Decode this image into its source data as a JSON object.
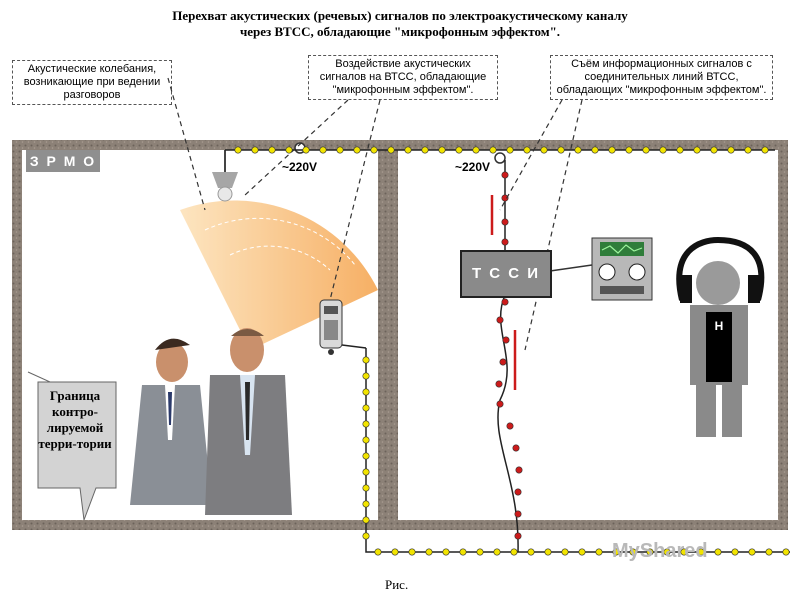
{
  "title": {
    "line1": "Перехват акустических (речевых) сигналов по электроакустическому каналу",
    "line2": "через ВТСС, обладающие \"микрофонным эффектом\"."
  },
  "callouts": {
    "acoustic": "Акустические колебания, возникающие при ведении разговоров",
    "impact": "Воздействие акустических сигналов на ВТСС, обладающие \"микрофонным эффектом\".",
    "pickup": "Съём информационных сигналов с соединительных линий ВТСС, обладающих \"микрофонным эффектом\"."
  },
  "labels": {
    "zone": "З Р М О",
    "device": "Т С С И",
    "voltage_left": "~220V",
    "voltage_right": "~220V",
    "border": "Граница контро-лируемой терри-тории",
    "caption": "Рис.",
    "watermark": "MyShared"
  },
  "icons": {
    "phone": "telephone-icon",
    "lamp": "lamp-icon",
    "recorder": "tape-recorder-icon",
    "listener": "headphones-person-icon",
    "sockets": "socket-icon"
  },
  "colors": {
    "wall": "#8c8177",
    "wire_dot_yellow": "#f2e400",
    "wire_dot_red": "#cc1b1b",
    "sound_wave": "#f5a850",
    "device_fill": "#8a8a8a"
  }
}
